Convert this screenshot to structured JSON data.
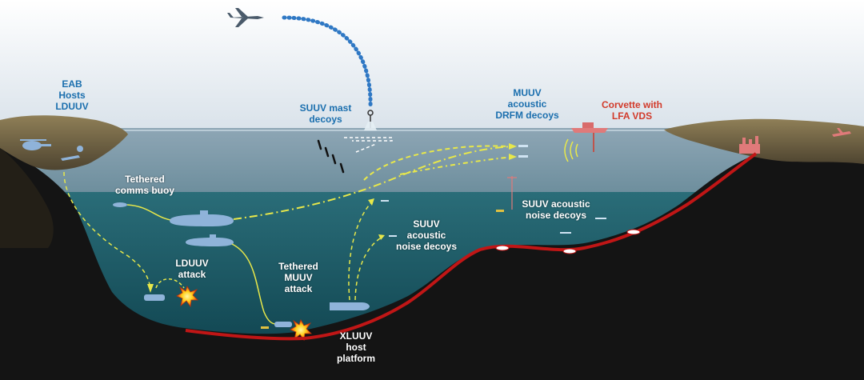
{
  "labels": {
    "eab": [
      "EAB",
      "Hosts",
      "LDUUV"
    ],
    "suuv_mast": [
      "SUUV mast",
      "decoys"
    ],
    "muuv_acoustic": [
      "MUUV",
      "acoustic",
      "DRFM decoys"
    ],
    "corvette": [
      "Corvette with",
      "LFA VDS"
    ],
    "tethered_buoy": [
      "Tethered",
      "comms buoy"
    ],
    "suuv_noise_left": [
      "SUUV",
      "acoustic",
      "noise decoys"
    ],
    "suuv_noise_right": [
      "SUUV acoustic",
      "noise decoys"
    ],
    "lduuv_attack": [
      "LDUUV",
      "attack"
    ],
    "tethered_muuv": [
      "Tethered",
      "MUUV",
      "attack"
    ],
    "xluuv": [
      "XLUUV",
      "host",
      "platform"
    ]
  },
  "colors": {
    "sky_top": "#ffffff",
    "sky_bottom": "#d9e2ea",
    "sea_surface": "#8ea6b5",
    "sea_deep": "#0f4a58",
    "seafloor": "#141414",
    "land": "#7a6a45",
    "label_blue": "#1b6fae",
    "label_red": "#d23a2a",
    "label_white": "#ffffff",
    "decoy_path": "#e8e84a",
    "tether": "#e8e84a",
    "cable": "#c01616",
    "uuv": "#8fb3d9"
  },
  "icons": [
    "drone-icon",
    "submarine-icon",
    "explosion-icon",
    "corvette-icon",
    "factory-icon",
    "helicopter-icon",
    "aircraft-icon"
  ]
}
